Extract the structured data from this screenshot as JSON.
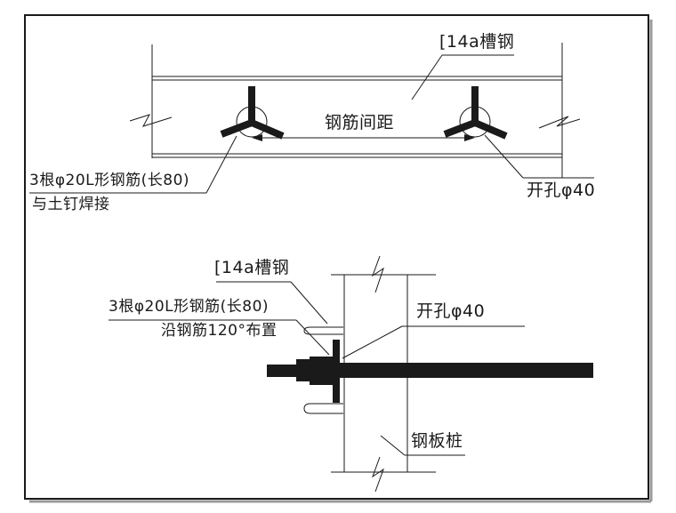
{
  "top_view": {
    "channel_label": "[14a槽钢",
    "spacing_label": "钢筋间距",
    "rebar_label_line1": "3根φ20L形钢筋(长80)",
    "rebar_label_line2": "与土钉焊接",
    "hole_label": "开孔φ40"
  },
  "bottom_view": {
    "channel_label": "[14a槽钢",
    "rebar_label_line1": "3根φ20L形钢筋(长80)",
    "rebar_label_line2": "沿钢筋120°布置",
    "hole_label": "开孔φ40",
    "sheet_pile_label": "钢板桩"
  },
  "colors": {
    "line": "#1a1a1a",
    "background": "#ffffff",
    "shadow": "#999999"
  }
}
